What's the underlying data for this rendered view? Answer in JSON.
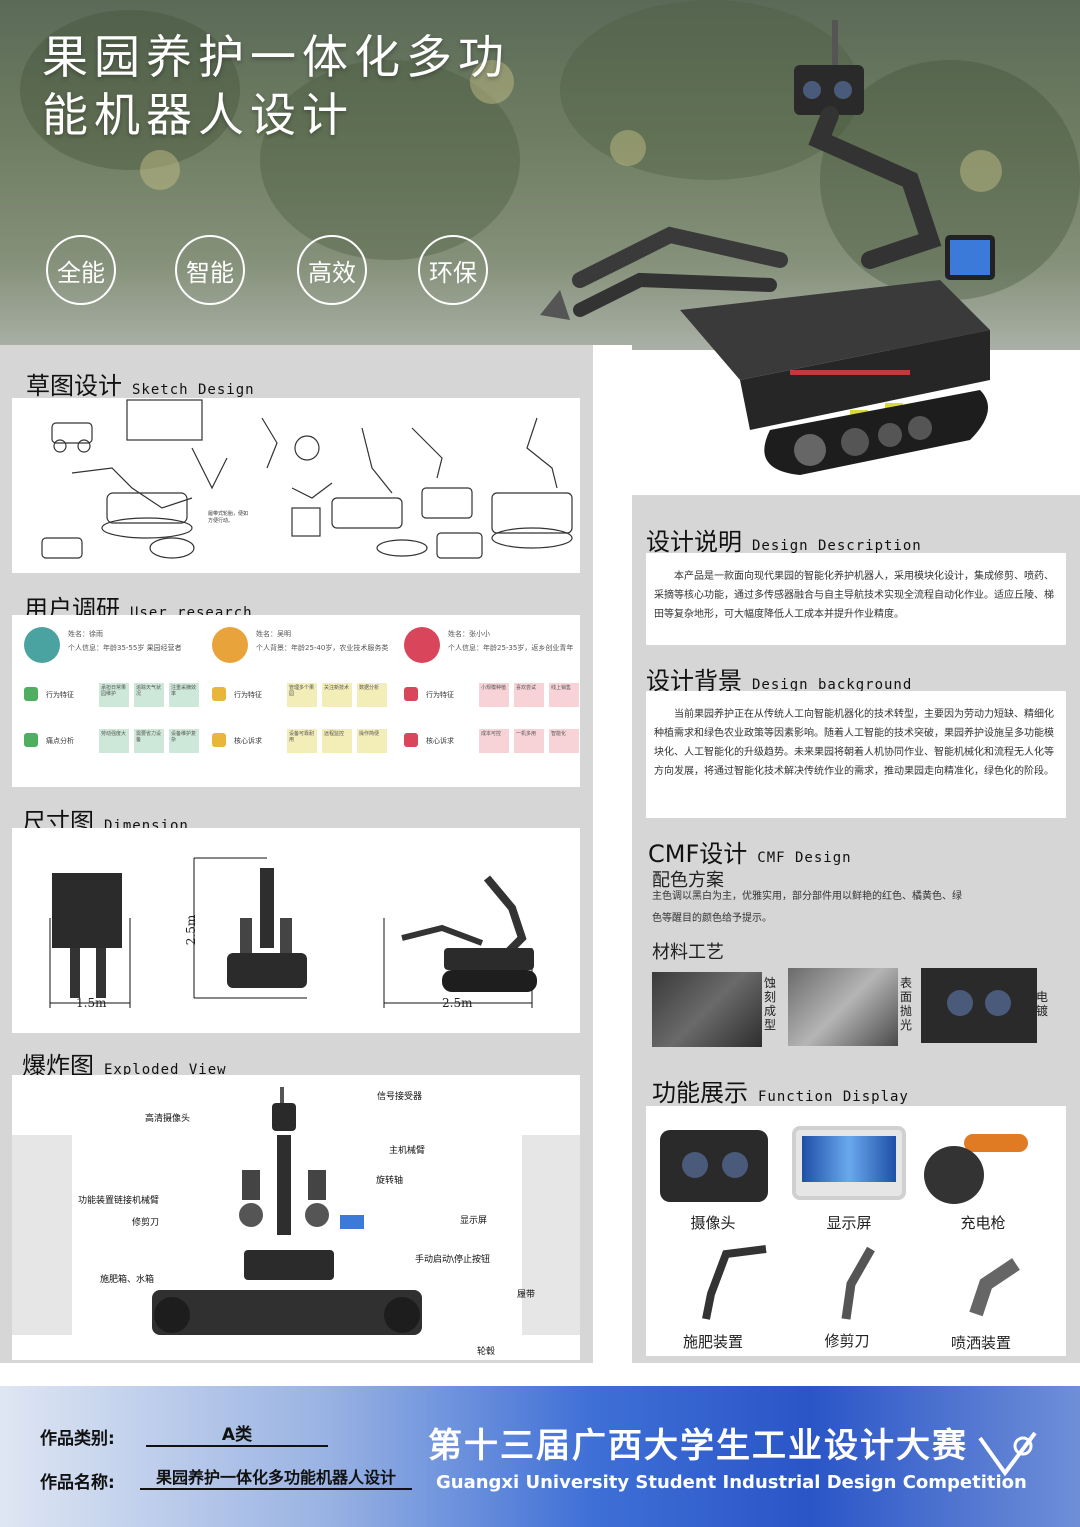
{
  "hero": {
    "title_line1": "果园养护一体化多功",
    "title_line2": "能机器人设计",
    "tags": [
      "全能",
      "智能",
      "高效",
      "环保"
    ]
  },
  "sections": {
    "sketch": {
      "zh": "草图设计",
      "en": "Sketch Design"
    },
    "user": {
      "zh": "用户调研",
      "en": "User research"
    },
    "dimension": {
      "zh": "尺寸图",
      "en": "Dimension"
    },
    "exploded": {
      "zh": "爆炸图",
      "en": "Exploded View"
    },
    "description": {
      "zh": "设计说明",
      "en": "Design Description"
    },
    "background": {
      "zh": "设计背景",
      "en": "Design background"
    },
    "cmf": {
      "zh": "CMF设计",
      "en": "CMF Design"
    },
    "function": {
      "zh": "功能展示",
      "en": "Function Display"
    }
  },
  "sketch_note": "履带式轮胎，便如方便行动。",
  "personas": [
    {
      "name": "姓名：徐雨",
      "info": "个人信息：年龄35-55岁 果园经营者",
      "row1": "行为特征",
      "row2": "痛点分析",
      "notes1": [
        "承担日常果园维护",
        "追踪天气状况",
        "注重采摘效率"
      ],
      "notes2": [
        "劳动强度大",
        "需要省力设备",
        "设备维护复杂"
      ],
      "color": "#4aa3a0",
      "note_color": "#cde8d8"
    },
    {
      "name": "姓名：吴明",
      "info": "个人背景：年龄25-40岁，农业技术服务类",
      "row1": "行为特征",
      "row2": "核心诉求",
      "notes1": [
        "管理多个果园",
        "关注新技术",
        "数据分析"
      ],
      "notes2": [
        "设备可靠耐用",
        "远程监控",
        "操作简便"
      ],
      "color": "#e8a33a",
      "note_color": "#f3edb8"
    },
    {
      "name": "姓名：张小小",
      "info": "个人信息：年龄25-35岁，返乡创业青年",
      "row1": "行为特征",
      "row2": "核心诉求",
      "notes1": [
        "小规模种植",
        "喜欢尝试",
        "线上销售"
      ],
      "notes2": [
        "成本可控",
        "一机多用",
        "智能化"
      ],
      "color": "#d9455a",
      "note_color": "#f7d3d8"
    }
  ],
  "dimension": {
    "w1": "1.5m",
    "h1": "2.5m",
    "w2": "2.5m"
  },
  "exploded": {
    "labels_left": [
      "高清摄像头",
      "功能装置链接机械臂",
      "修剪刀",
      "施肥箱、水箱"
    ],
    "labels_right": [
      "信号接受器",
      "主机械臂",
      "旋转轴",
      "显示屏",
      "手动启动\\停止按钮",
      "履带",
      "轮毂"
    ]
  },
  "description_text": "本产品是一款面向现代果园的智能化养护机器人，采用模块化设计，集成修剪、喷药、采摘等核心功能，通过多传感器融合与自主导航技术实现全流程自动化作业。适应丘陵、梯田等复杂地形，可大幅度降低人工成本并提升作业精度。",
  "background_text": "当前果园养护正在从传统人工向智能机器化的技术转型，主要因为劳动力短缺、精细化种植需求和绿色农业政策等因素影响。随着人工智能的技术突破，果园养护设施呈多功能模块化、人工智能化的升级趋势。未来果园将朝着人机协同作业、智能机械化和流程无人化等方向发展，将通过智能化技术解决传统作业的需求，推动果园走向精准化，绿色化的阶段。",
  "cmf": {
    "color_head": "配色方案",
    "color_text_1": "主色调以黑白为主，优雅实用，部分部件用以鲜艳的红色、橘黄色、绿",
    "color_text_2": "色等醒目的颜色给予提示。",
    "material_head": "材料工艺",
    "materials": [
      "蚀刻成型",
      "表面抛光",
      "电镀"
    ]
  },
  "functions": [
    "摄像头",
    "显示屏",
    "充电枪",
    "施肥装置",
    "修剪刀",
    "喷洒装置"
  ],
  "footer": {
    "category_label": "作品类别:",
    "category_value": "A类",
    "name_label": "作品名称:",
    "name_value": "果园养护一体化多功能机器人设计",
    "comp_title": "第十三届广西大学生工业设计大赛",
    "comp_sub": "Guangxi University Student Industrial Design Competition"
  }
}
